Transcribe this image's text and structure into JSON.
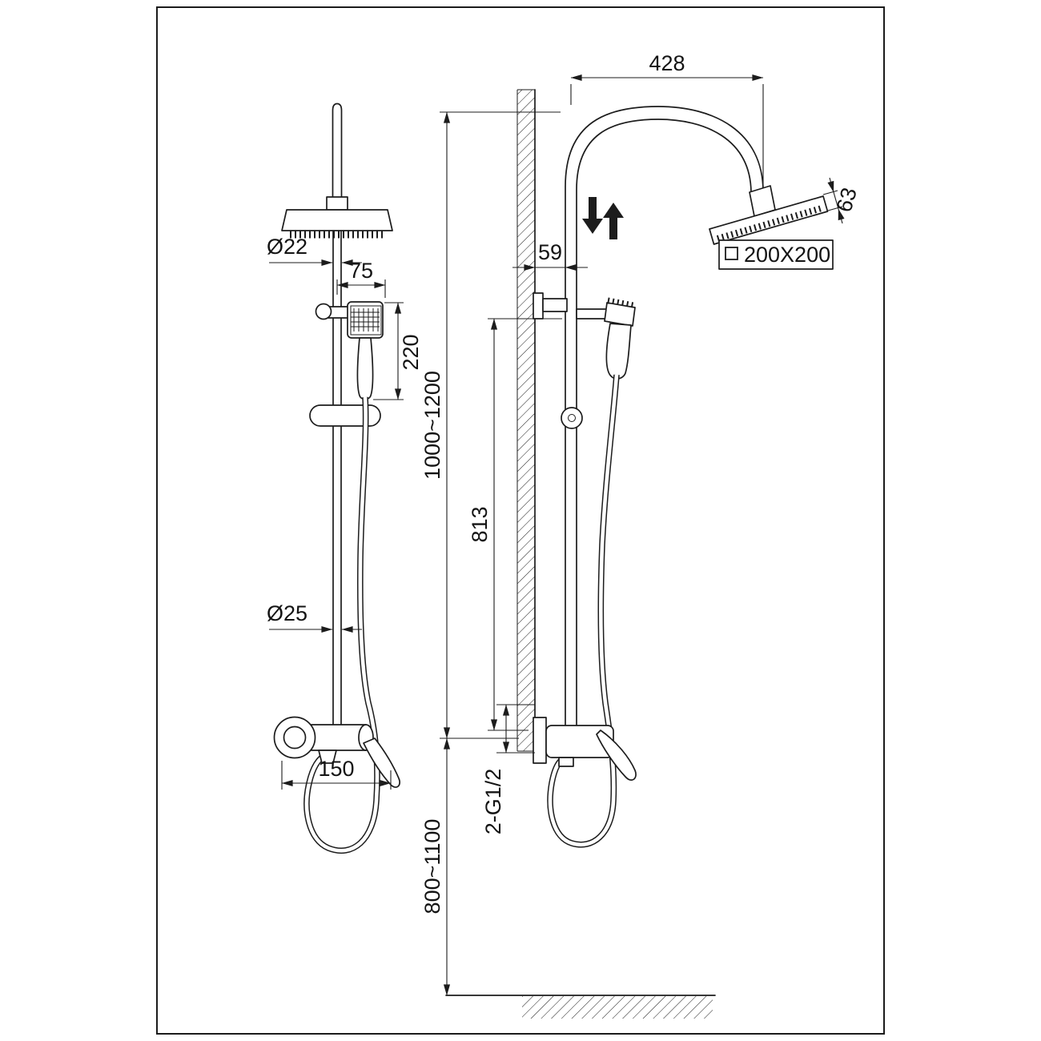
{
  "drawing": {
    "subject": "shower-column-technical-drawing",
    "views": {
      "front": "front view of shower column",
      "side": "side installation view with wall and floor"
    },
    "labels": {
      "dia22": "Ø22",
      "offset75": "75",
      "len220": "220",
      "dia25": "Ø25",
      "spacing150": "150",
      "reach428": "428",
      "depth63": "63",
      "clearance59": "59",
      "head_size": "200X200",
      "height_range": "1000~1200",
      "drop813": "813",
      "thread": "2-G1/2",
      "install_range": "800~1100"
    },
    "icons": {
      "square_symbol": "□",
      "height_adjust": "double up-down arrows"
    },
    "colors": {
      "line": "#1c1c1c",
      "background": "#ffffff"
    }
  }
}
